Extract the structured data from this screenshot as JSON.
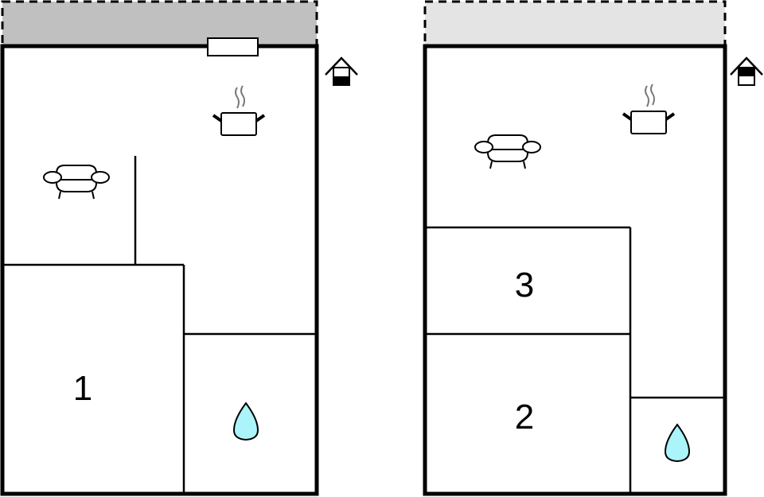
{
  "diagram": {
    "type": "floor-plan",
    "colors": {
      "wall": "#000000",
      "terrace_ground": "#c0c0c0",
      "terrace_upper": "#e4e4e4",
      "water": "#aaf4fa",
      "steam": "#7a7a7a"
    },
    "floors": [
      {
        "name": "ground-floor",
        "level_indicator": "bottom-filled",
        "rooms": [
          {
            "id": "bedroom-1",
            "label": "1"
          },
          {
            "id": "bathroom",
            "icon": "water-drop-icon"
          },
          {
            "id": "living-room",
            "icon": "sofa-icon"
          },
          {
            "id": "kitchen",
            "icon": "cooking-pot-icon"
          }
        ],
        "terrace": "dashed-outline-dark"
      },
      {
        "name": "upper-floor",
        "level_indicator": "top-filled",
        "rooms": [
          {
            "id": "bedroom-3",
            "label": "3"
          },
          {
            "id": "bedroom-2",
            "label": "2"
          },
          {
            "id": "bathroom",
            "icon": "water-drop-icon"
          },
          {
            "id": "living-room",
            "icon": "sofa-icon"
          },
          {
            "id": "kitchen",
            "icon": "cooking-pot-icon"
          }
        ],
        "terrace": "dashed-outline-light"
      }
    ]
  }
}
